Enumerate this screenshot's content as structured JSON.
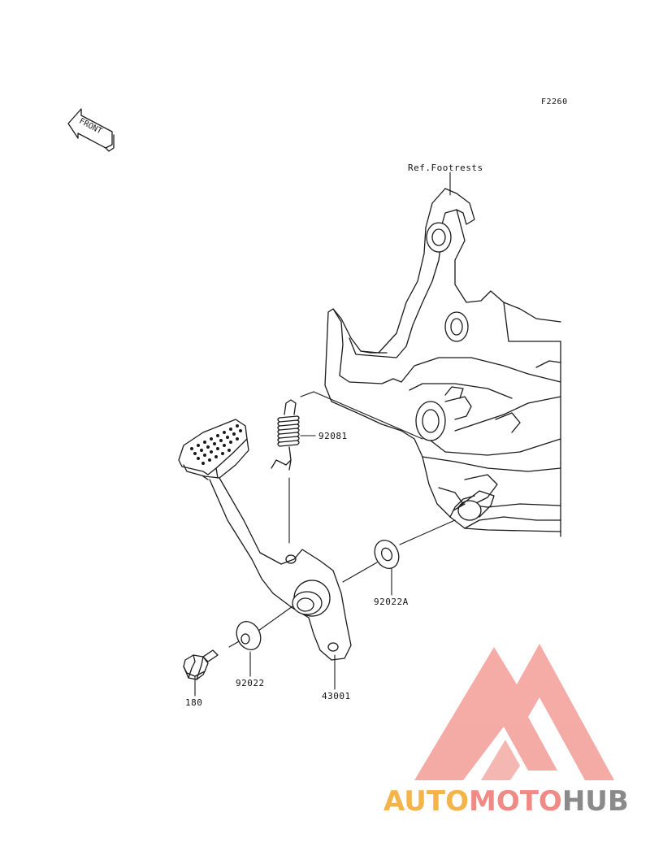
{
  "diagram": {
    "code": "F2260",
    "front_label": "FRONT",
    "ref_label": "Ref.Footrests",
    "parts": {
      "spring": "92081",
      "washer_a": "92022A",
      "washer": "92022",
      "bolt": "180",
      "pedal": "43001"
    }
  },
  "watermark": {
    "part1": "AUTO",
    "part2": "MOTO",
    "part3": "HUB",
    "colors": {
      "yellow": "#f4b44a",
      "red": "#f08a84",
      "gray": "#8a8a8a"
    }
  }
}
